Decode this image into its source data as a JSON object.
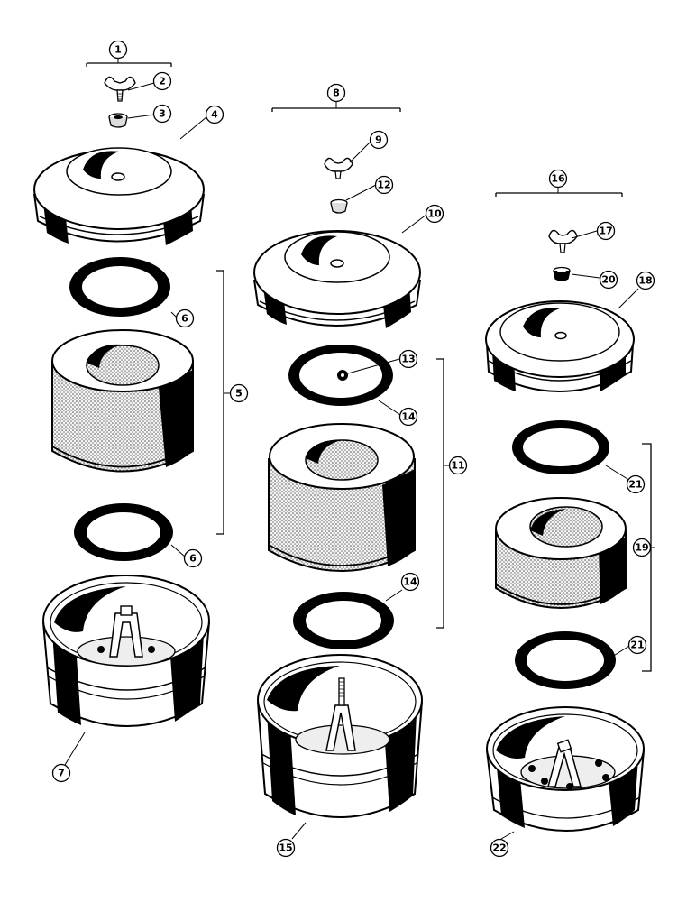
{
  "diagram": {
    "callouts": [
      {
        "id": "1",
        "label": "1"
      },
      {
        "id": "2",
        "label": "2"
      },
      {
        "id": "3",
        "label": "3"
      },
      {
        "id": "4",
        "label": "4"
      },
      {
        "id": "5",
        "label": "5"
      },
      {
        "id": "6a",
        "label": "6"
      },
      {
        "id": "6b",
        "label": "6"
      },
      {
        "id": "7",
        "label": "7"
      },
      {
        "id": "8",
        "label": "8"
      },
      {
        "id": "9",
        "label": "9"
      },
      {
        "id": "10",
        "label": "10"
      },
      {
        "id": "11",
        "label": "11"
      },
      {
        "id": "12",
        "label": "12"
      },
      {
        "id": "13",
        "label": "13"
      },
      {
        "id": "14a",
        "label": "14"
      },
      {
        "id": "14b",
        "label": "14"
      },
      {
        "id": "15",
        "label": "15"
      },
      {
        "id": "16",
        "label": "16"
      },
      {
        "id": "17",
        "label": "17"
      },
      {
        "id": "18",
        "label": "18"
      },
      {
        "id": "19",
        "label": "19"
      },
      {
        "id": "20",
        "label": "20"
      },
      {
        "id": "21a",
        "label": "21"
      },
      {
        "id": "21b",
        "label": "21"
      },
      {
        "id": "22",
        "label": "22"
      }
    ]
  }
}
